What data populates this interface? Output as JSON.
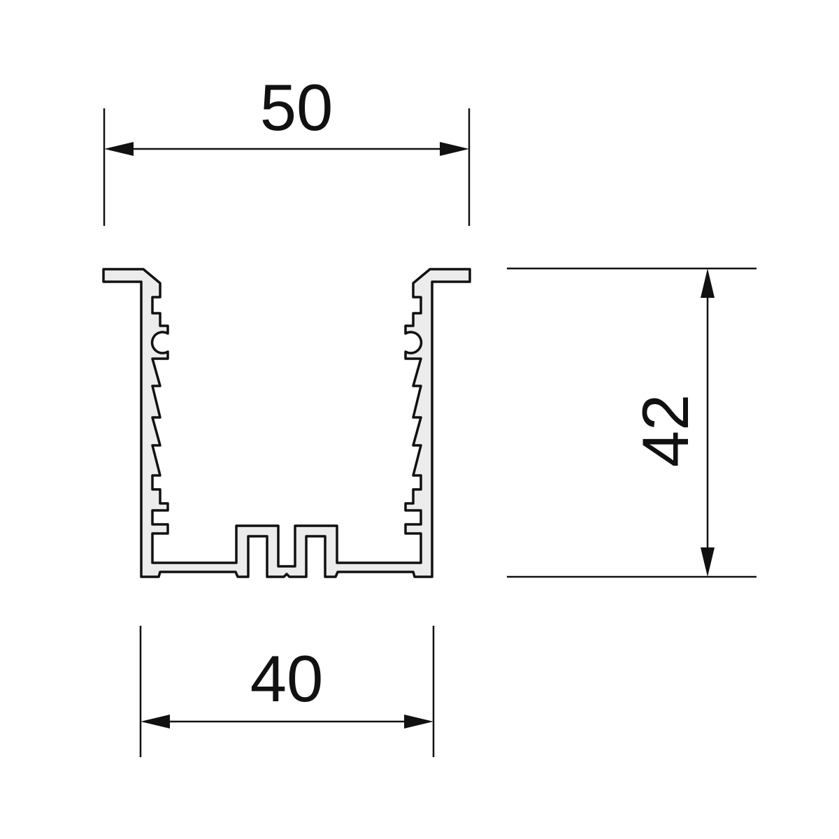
{
  "drawing": {
    "dimensions": {
      "top_width": "50",
      "height": "42",
      "bottom_width": "40"
    },
    "colors": {
      "line": "#111111",
      "profile_fill": "#ececec"
    }
  }
}
